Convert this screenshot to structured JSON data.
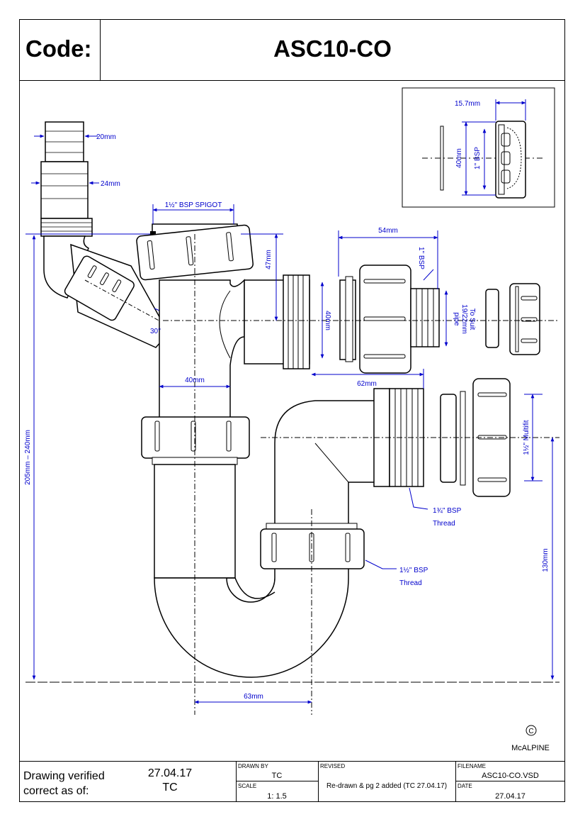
{
  "header": {
    "code_label": "Code:",
    "product_code": "ASC10-CO"
  },
  "dimensions": {
    "d20": "20mm",
    "d24": "24mm",
    "spigot": "1½\" BSP SPIGOT",
    "d47": "47mm",
    "d54": "54mm",
    "bsp1": "1\" BSP",
    "d40v": "40mm",
    "suit1": "To Suit",
    "suit2": "19/22mm",
    "suit3": "pipe",
    "d40h": "40mm",
    "angle": "30°",
    "d62": "62mm",
    "multifit": "1½\" Multifit",
    "bsp134_1": "1¾\" BSP",
    "bsp134_2": "Thread",
    "bsp112_1": "1½\" BSP",
    "bsp112_2": "Thread",
    "d130": "130mm",
    "range": "205mm – 240mm",
    "d63": "63mm",
    "inset_157": "15.7mm",
    "inset_40": "40mm",
    "inset_bsp": "1\" BSP"
  },
  "brand": {
    "copyright": "©",
    "name": "McALPINE"
  },
  "footer": {
    "verified_1": "Drawing verified",
    "verified_2": "correct as of:",
    "verified_date": "27.04.17",
    "verified_by": "TC",
    "drawn_by_label": "DRAWN BY",
    "drawn_by": "TC",
    "scale_label": "SCALE",
    "scale": "1: 1.5",
    "revised_label": "REVISED",
    "revised": "Re-drawn & pg 2 added (TC 27.04.17)",
    "filename_label": "FILENAME",
    "filename": "ASC10-CO.VSD",
    "date_label": "DATE",
    "date": "27.04.17"
  },
  "colors": {
    "dimension": "#0000cc",
    "outline": "#000000",
    "centerline": "#000000"
  }
}
